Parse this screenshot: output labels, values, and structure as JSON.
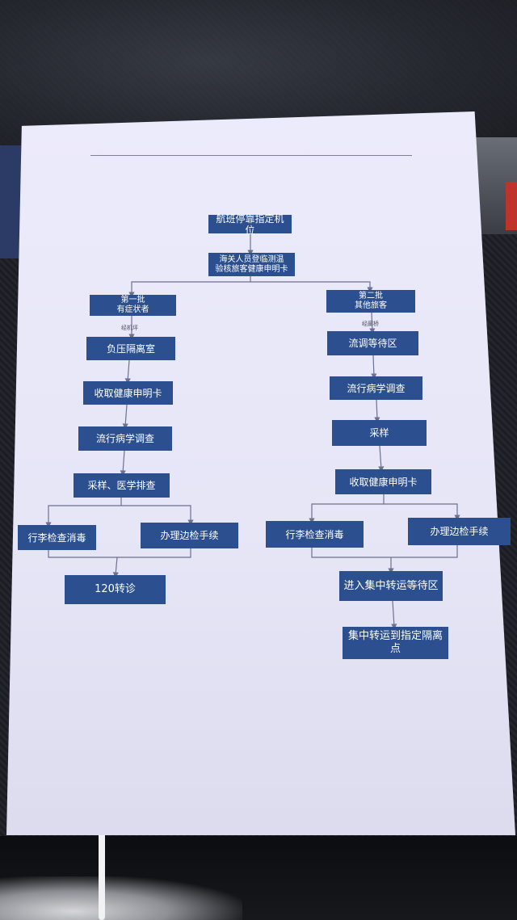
{
  "flowchart": {
    "start": "航班停靠指定机位",
    "customs_check": "海关人员登临测温\n验核旅客健康申明卡",
    "batch1": {
      "label": "第一批\n有症状者",
      "edge_label": "经机坪",
      "steps": [
        "负压隔离室",
        "收取健康申明卡",
        "流行病学调查",
        "采样、医学排查"
      ],
      "branch_left": "行李检查消毒",
      "branch_right": "办理边检手续",
      "end": "120转诊"
    },
    "batch2": {
      "label": "第二批\n其他旅客",
      "edge_label": "经廊桥",
      "steps": [
        "流调等待区",
        "流行病学调查",
        "采样",
        "收取健康申明卡"
      ],
      "branch_left": "行李检查消毒",
      "branch_right": "办理边检手续",
      "merge": "进入集中转运等待区",
      "end": "集中转运到指定隔离\n点"
    }
  },
  "colors": {
    "node_fill": "#2b4f8f",
    "node_text": "#ffffff",
    "connector": "#6d7090",
    "paper": "#ecebfb"
  }
}
